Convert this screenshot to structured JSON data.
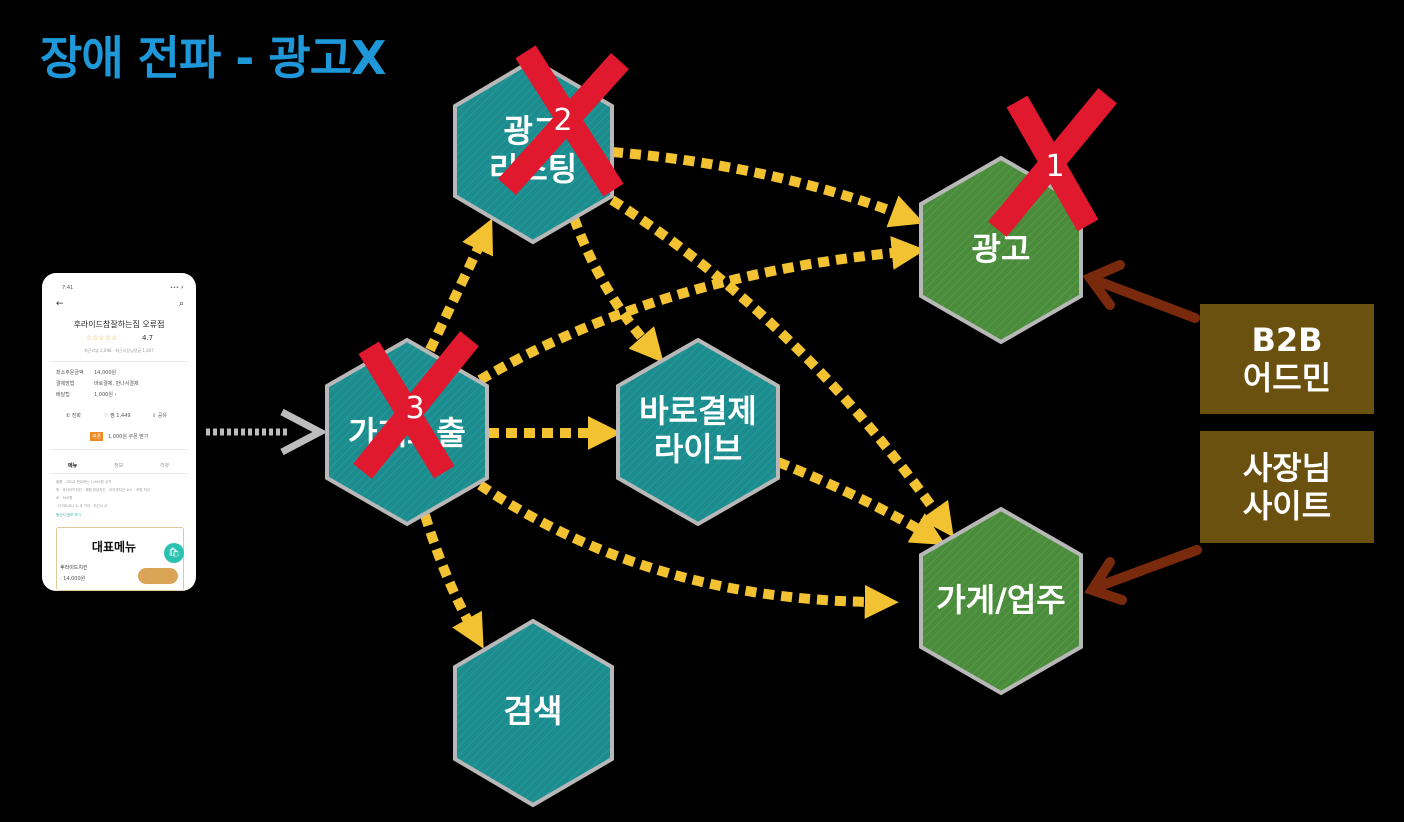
{
  "title": "장애 전파 - 광고X",
  "nodes": {
    "ad_listing": {
      "label_line1": "광고",
      "label_line2": "리스팅",
      "mark": "2"
    },
    "ad": {
      "label": "광고",
      "mark": "1"
    },
    "store_exposure": {
      "label": "가게노출",
      "mark": "3"
    },
    "direct_pay": {
      "label_line1": "바로결제",
      "label_line2": "라이브"
    },
    "store_owner": {
      "label": "가게/업주"
    },
    "search": {
      "label": "검색"
    }
  },
  "side_boxes": {
    "b2b_admin": {
      "line1": "B2B",
      "line2": "어드민"
    },
    "owner_site": {
      "line1": "사장님",
      "line2": "사이트"
    }
  },
  "phone": {
    "status_time": "7:41",
    "status_right": "••• ⚡",
    "store_name": "후라이드참잘하는집 오류점",
    "stars": "☆☆☆☆☆",
    "rating": "4.7",
    "counts": "최근리뷰 2,098 · 최근사장님댓글 1,847",
    "info": [
      {
        "label": "최소주문금액",
        "value": "14,000원"
      },
      {
        "label": "결제방법",
        "value": "바로결제, 만나서결제"
      },
      {
        "label": "배달팁",
        "value": "1,000원 ›"
      }
    ],
    "actions": {
      "call": "전화",
      "like": "찜 1,449",
      "share": "공유"
    },
    "coupon_badge": "쿠폰",
    "coupon_text": "1,000원 쿠폰 받기",
    "tabs": [
      "메뉴",
      "정보",
      "리뷰"
    ],
    "notice_lines": [
      "울퉁 · 고도로 편리하는 1,000원 쿠키",
      "튀 · 후라이드치킨 · 체험 양념치킨 · 치킨과치킨 소스 · 포함 치킨",
      "모 · 500원",
      "· 디저트코너 & 세 가지 · 치킨너 쿠",
      "원산지 정보 보기"
    ],
    "menu_header": "대표메뉴",
    "menu_item": "후라이드치킨",
    "menu_price": "· 14,000원"
  },
  "colors": {
    "teal_node": "#1c8c8e",
    "green_node": "#4a8c3b",
    "node_border": "#b8b8b8",
    "arrow": "#f2c232",
    "feedback_arrow": "#7a2a0c",
    "cross": "#e0192f",
    "title": "#1e98d8",
    "side_box": "#6a5110"
  },
  "icons": {
    "cross": "red-x-icon",
    "dashed_arrow": "yellow-dashed-arrow",
    "input_arrow": "grey-dashed-arrow"
  }
}
